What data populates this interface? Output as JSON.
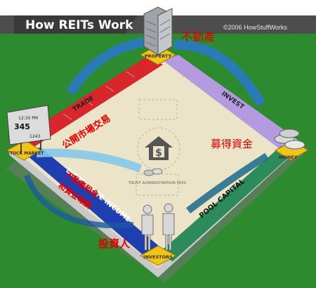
{
  "header": {
    "title": "How REITs Work",
    "copyright": "©2006 HowStuffWorks"
  },
  "board": {
    "corners": {
      "top": "PROPERTY",
      "right": "MONEY",
      "bottom": "INVESTORS",
      "left": "STOCK MARKET"
    },
    "paths": {
      "trade": "TRADE",
      "invest": "INVEST",
      "distribute_income": "DISTRIBUTE INCOME",
      "pool_capital": "POOL CAPITAL"
    },
    "center": {
      "fees_label": "TRUST ADMINISTRATION FEES"
    },
    "stock_board": {
      "line1": "12:30 PM",
      "line2": "345",
      "line3": "1243"
    }
  },
  "annotations": {
    "property": "不動產",
    "public_market": "公開市場交易",
    "raise_funds": "募得資金",
    "income": "不動產租金",
    "income2": "和資金報酬",
    "investors": "投資人"
  },
  "colors": {
    "grass": "#2e8a2e",
    "board": "#ece4c8",
    "trade": "#d9262c",
    "invest": "#b49ae0",
    "distribute": "#1f3fb0",
    "pool": "#2d8a5a",
    "header_bg": "#4d4d4d",
    "annotation": "#e00000"
  }
}
